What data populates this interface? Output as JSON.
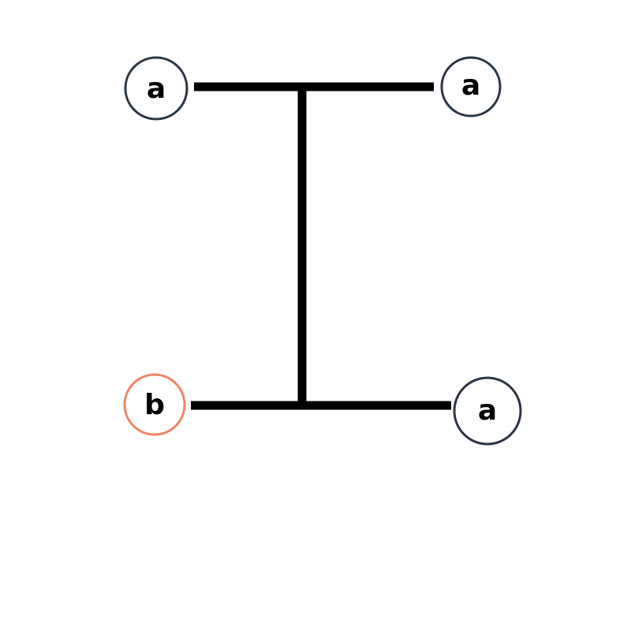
{
  "diagram": {
    "nodes": [
      {
        "id": "top-left",
        "label": "a",
        "border_color": "#2b3544"
      },
      {
        "id": "top-right",
        "label": "a",
        "border_color": "#2b3544"
      },
      {
        "id": "bottom-left",
        "label": "b",
        "border_color": "#ee8466"
      },
      {
        "id": "bottom-right",
        "label": "a",
        "border_color": "#2b3544"
      }
    ],
    "edge_color": "#000000"
  }
}
